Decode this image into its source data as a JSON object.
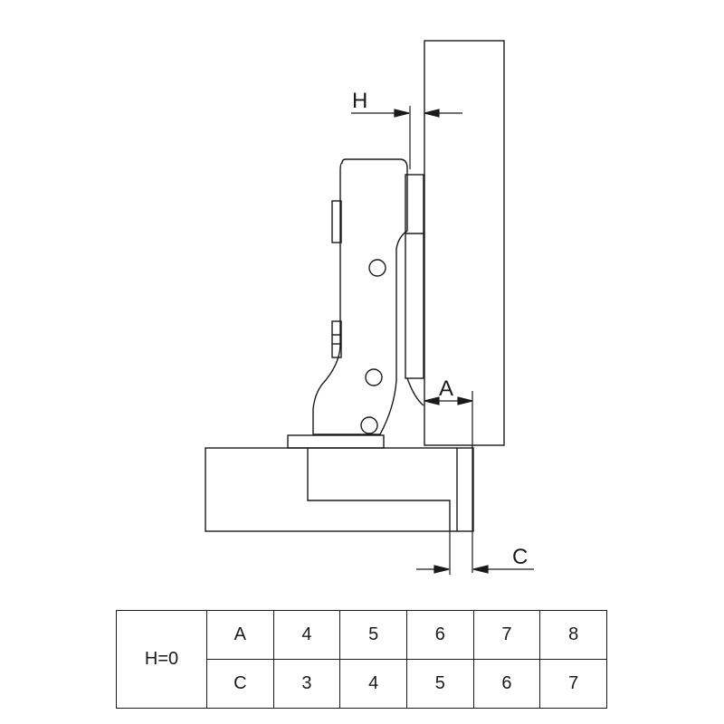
{
  "dimensions": {
    "h_label": "H",
    "a_label": "A",
    "c_label": "C"
  },
  "table": {
    "condition": "H=0",
    "rows": [
      {
        "label": "A",
        "values": [
          "4",
          "5",
          "6",
          "7",
          "8"
        ]
      },
      {
        "label": "C",
        "values": [
          "3",
          "4",
          "5",
          "6",
          "7"
        ]
      }
    ]
  },
  "colors": {
    "line": "#1a1a1a",
    "background": "#ffffff"
  }
}
